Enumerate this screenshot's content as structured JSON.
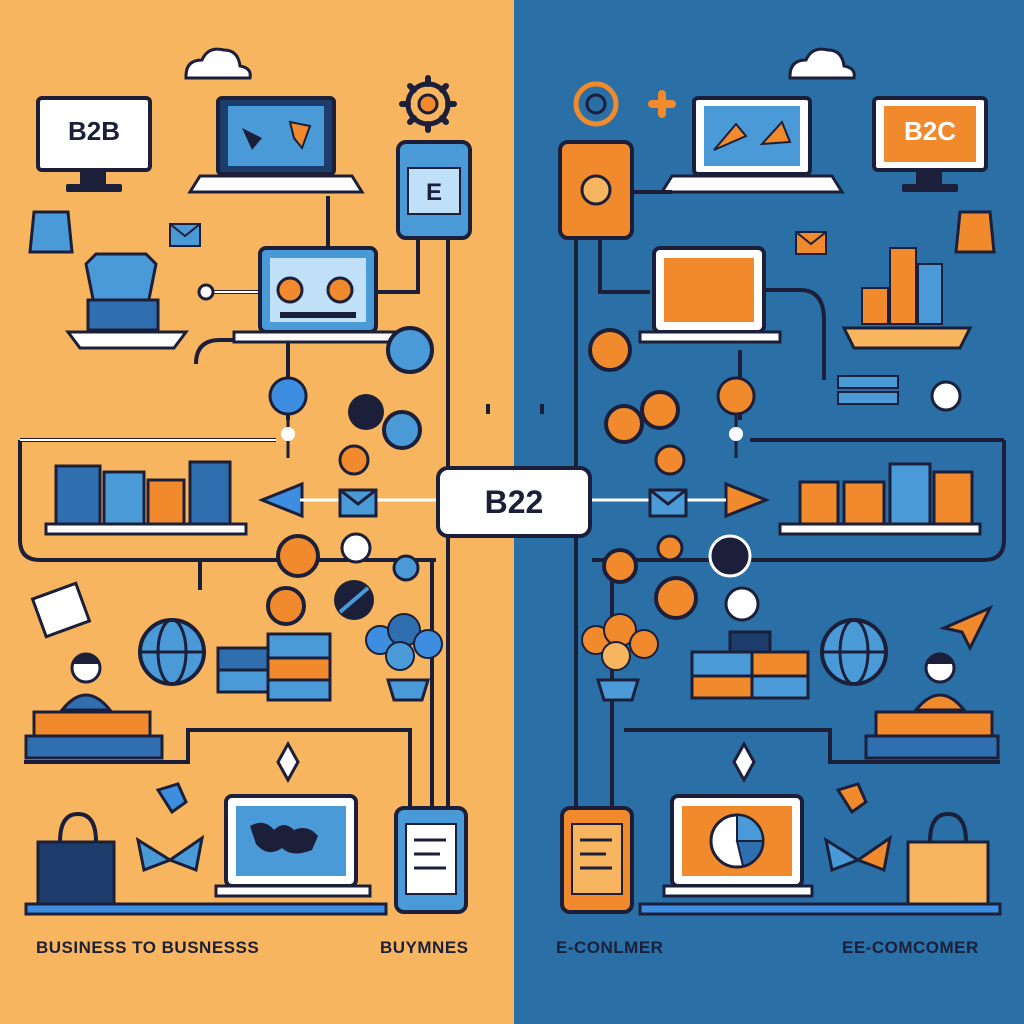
{
  "center_label": "B22",
  "left_panel": {
    "monitor_label": "B2B",
    "footer_left": "BUSINESS TO BUSNESSS",
    "footer_right": "BUYMNES"
  },
  "right_panel": {
    "monitor_label": "B2C",
    "footer_left": "E-CONLMER",
    "footer_right": "EE-COMCOMER"
  },
  "colors": {
    "left_bg": "#f6b55e",
    "right_bg": "#2a6fa5",
    "outline": "#1c1f3a",
    "blue_accent": "#3d8ee0",
    "orange_accent": "#f08a2c"
  }
}
